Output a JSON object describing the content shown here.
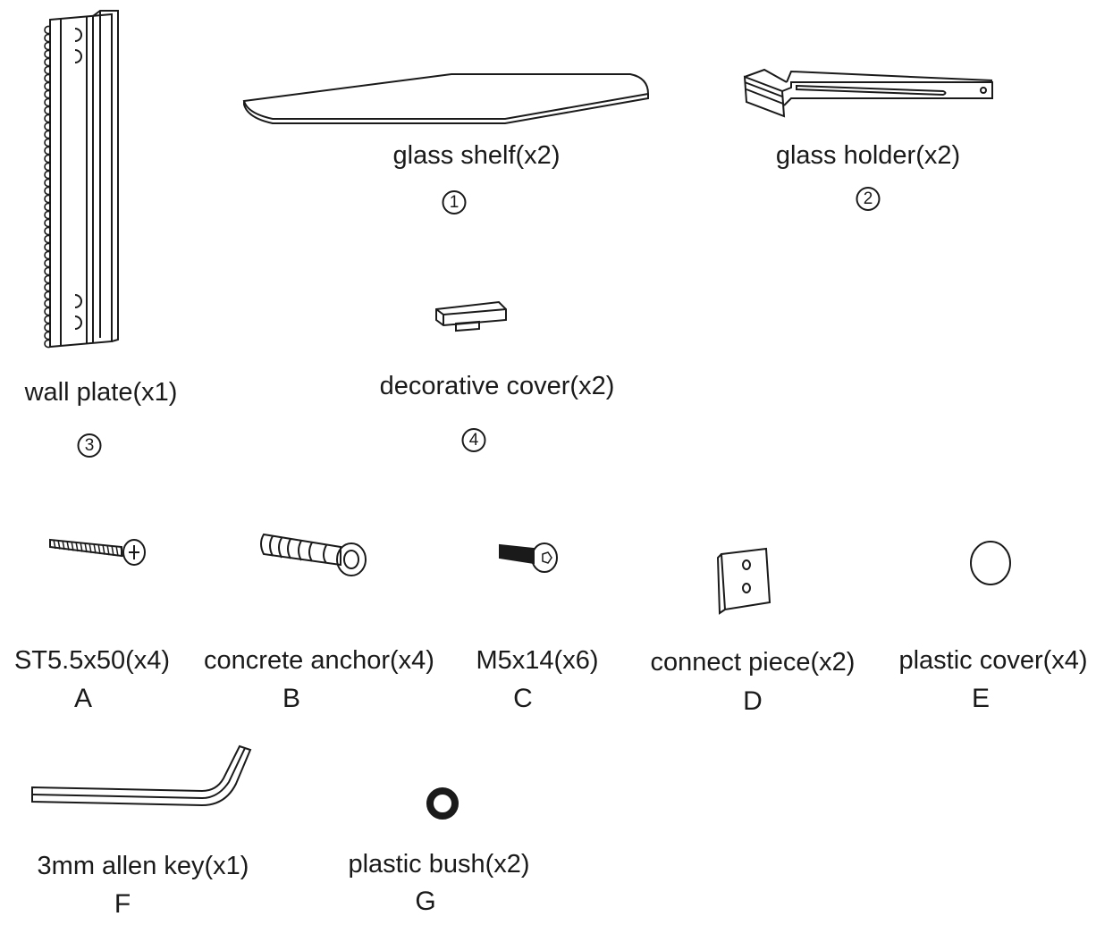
{
  "parts": {
    "glass_shelf": {
      "label": "glass shelf(x2)",
      "marker": "1"
    },
    "glass_holder": {
      "label": "glass holder(x2)",
      "marker": "2"
    },
    "wall_plate": {
      "label": "wall plate(x1)",
      "marker": "3"
    },
    "decorative_cover": {
      "label": "decorative cover(x2)",
      "marker": "4"
    },
    "screw_st": {
      "label": "ST5.5x50(x4)",
      "marker": "A"
    },
    "concrete_anchor": {
      "label": "concrete anchor(x4)",
      "marker": "B"
    },
    "screw_m5": {
      "label": "M5x14(x6)",
      "marker": "C"
    },
    "connect_piece": {
      "label": "connect piece(x2)",
      "marker": "D"
    },
    "plastic_cover": {
      "label": "plastic cover(x4)",
      "marker": "E"
    },
    "allen_key": {
      "label": "3mm allen key(x1)",
      "marker": "F"
    },
    "plastic_bush": {
      "label": "plastic bush(x2)",
      "marker": "G"
    }
  },
  "colors": {
    "line": "#1a1a1a",
    "background": "#ffffff"
  }
}
